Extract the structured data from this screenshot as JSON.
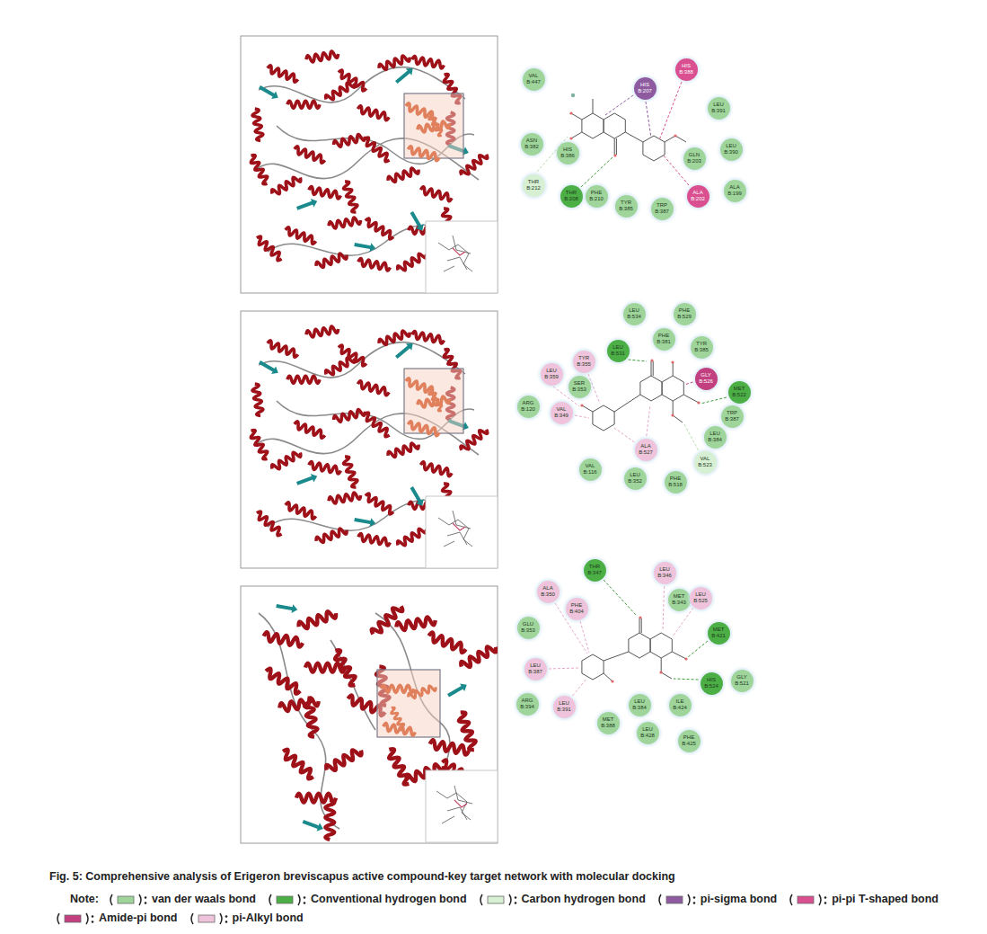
{
  "diagram": {
    "caption": "Fig. 5: Comprehensive analysis of Erigeron breviscapus active compound-key target network with molecular docking",
    "nodes": [
      {
        "text": [
          "VAL B:447"
        ]
      },
      {
        "text": [
          "HIS B:207"
        ]
      },
      {
        "text": [
          "HIS B:388"
        ]
      },
      {
        "text": [
          "LEU B:391"
        ]
      },
      {
        "text": [
          "ASN B:382"
        ]
      },
      {
        "text": [
          "HIS B:386"
        ]
      },
      {
        "text": [
          "LEU B:390"
        ]
      },
      {
        "text": [
          "GLN B:203"
        ]
      },
      {
        "text": [
          "THR B:212"
        ]
      },
      {
        "text": [
          "THR B:208"
        ]
      },
      {
        "text": [
          "PHE B:210"
        ]
      },
      {
        "text": [
          "TYR B:385"
        ]
      },
      {
        "text": [
          "TRP B:387"
        ]
      },
      {
        "text": [
          "ALA B:202"
        ]
      },
      {
        "text": [
          "ALA B:199"
        ]
      },
      {
        "text": [
          "LEU B:534"
        ]
      },
      {
        "text": [
          "PHE B:529"
        ]
      },
      {
        "text": [
          "PHE B:381"
        ]
      },
      {
        "text": [
          "TYR B:385"
        ]
      },
      {
        "text": [
          "LEU B:531"
        ]
      },
      {
        "text": [
          "TYR B:355"
        ]
      },
      {
        "text": [
          "LEU B:359"
        ]
      },
      {
        "text": [
          "SER B:353"
        ]
      },
      {
        "text": [
          "GLY B:526"
        ]
      },
      {
        "text": [
          "MET B:522"
        ]
      },
      {
        "text": [
          "ARG B:120"
        ]
      },
      {
        "text": [
          "VAL B:349"
        ]
      },
      {
        "text": [
          "TRP B:387"
        ]
      },
      {
        "text": [
          "LEU B:384"
        ]
      },
      {
        "text": [
          "ALA B:527"
        ]
      },
      {
        "text": [
          "VAL B:523"
        ]
      },
      {
        "text": [
          "VAL B:116"
        ]
      },
      {
        "text": [
          "LEU B:352"
        ]
      },
      {
        "text": [
          "PHE B:518"
        ]
      },
      {
        "text": [
          "THR B:347"
        ]
      },
      {
        "text": [
          "LEU B:346"
        ]
      },
      {
        "text": [
          "ALA B:350"
        ]
      },
      {
        "text": [
          "MET B:343"
        ]
      },
      {
        "text": [
          "LEU B:525"
        ]
      },
      {
        "text": [
          "PHE B:404"
        ]
      },
      {
        "text": [
          "GLU B:353"
        ]
      },
      {
        "text": [
          "MET B:421"
        ]
      },
      {
        "text": [
          "HIS B:524"
        ]
      },
      {
        "text": [
          "GLY B:521"
        ]
      },
      {
        "text": [
          "LEU B:387"
        ]
      },
      {
        "text": [
          "ARG B:394"
        ]
      },
      {
        "text": [
          "LEU B:391"
        ]
      },
      {
        "text": [
          "LEU B:384"
        ]
      },
      {
        "text": [
          "ILE B:424"
        ]
      },
      {
        "text": [
          "MET B:388"
        ]
      },
      {
        "text": [
          "LEU B:428"
        ]
      },
      {
        "text": [
          "PHE B:425"
        ]
      }
    ],
    "labels": [
      "Note:"
    ],
    "legend": [
      {
        "text": "van der waals bond",
        "color": "#9fd59a"
      },
      {
        "text": "Conventional hydrogen bond",
        "color": "#4caf45"
      },
      {
        "text": "Carbon hydrogen bond",
        "color": "#d7efd3"
      },
      {
        "text": "pi-sigma bond",
        "color": "#8e5aa0"
      },
      {
        "text": "pi-pi T-shaped bond",
        "color": "#d94f8f"
      },
      {
        "text": "Amide-pi bond",
        "color": "#c2407f"
      },
      {
        "text": "pi-Alkyl bond",
        "color": "#f0c3dc"
      }
    ]
  }
}
